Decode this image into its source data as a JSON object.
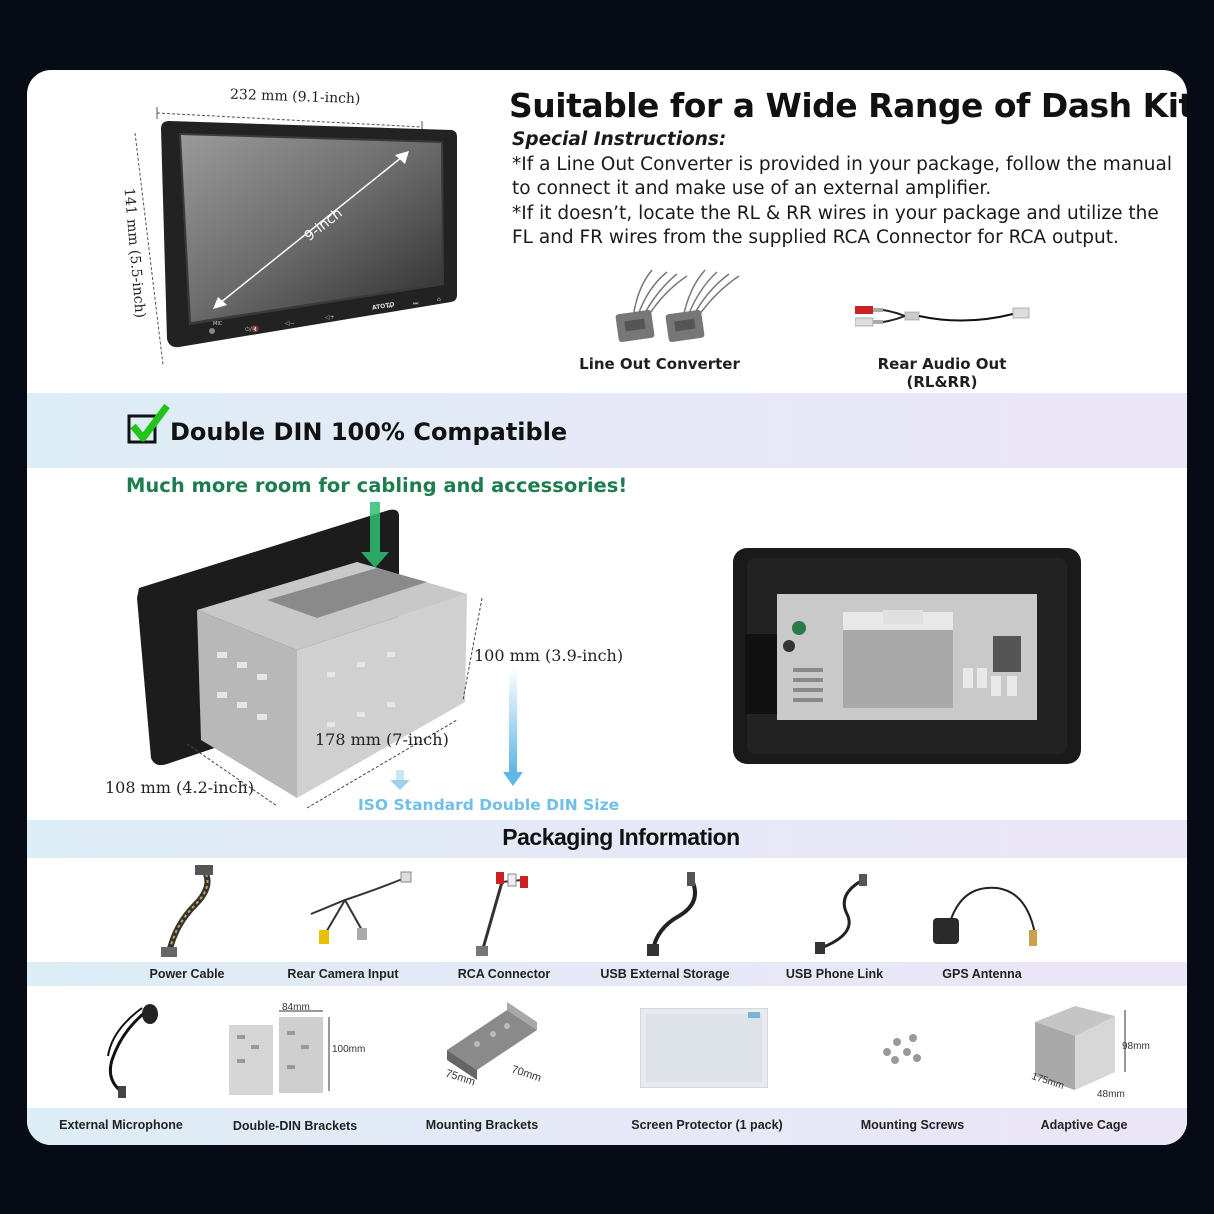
{
  "header": {
    "title": "Suitable for a Wide Range of Dash Kits",
    "instructions_heading": "Special Instructions:",
    "instruction_1": "*If a Line Out Converter is provided in your package, follow the manual to connect it and make use of an external amplifier.",
    "instruction_2": "*If it doesn’t, locate the RL & RR wires in your package and utilize the FL and FR wires from the supplied RCA Connector for RCA output."
  },
  "device": {
    "width_label": "232 mm (9.1-inch)",
    "height_label": "141 mm (5.5-inch)",
    "diagonal_label": "9-inch",
    "brand": "ATOTO",
    "mic_label": "MIC"
  },
  "accessories": {
    "line_out": "Line Out Converter",
    "rear_audio": "Rear Audio Out",
    "rear_audio_sub": "(RL&RR)"
  },
  "din": {
    "title": "Double DIN 100% Compatible",
    "subtitle": "Much more room for cabling and accessories!",
    "depth_label": "108 mm (4.2-inch)",
    "width_label": "178 mm (7-inch)",
    "height_label": "100 mm (3.9-inch)",
    "standard_label": "ISO Standard Double DIN Size"
  },
  "packaging": {
    "title": "Packaging Information",
    "row1": [
      "Power Cable",
      "Rear Camera Input",
      "RCA Connector",
      "USB External Storage",
      "USB Phone Link",
      "GPS Antenna"
    ],
    "row2": [
      "External Microphone",
      "Double-DIN Brackets",
      "Mounting Brackets",
      "Screen Protector (1 pack)",
      "Mounting Screws",
      "Adaptive Cage"
    ],
    "brackets_w": "84mm",
    "brackets_h": "100mm",
    "mount_w": "75mm",
    "mount_h": "70mm",
    "cage_w": "175mm",
    "cage_d": "48mm",
    "cage_h": "98mm"
  },
  "colors": {
    "accent_green": "#1e7d4f",
    "check_green": "#22c41a",
    "arrow_blue": "#5fb7e6",
    "standard_blue": "#6fbfe8"
  }
}
